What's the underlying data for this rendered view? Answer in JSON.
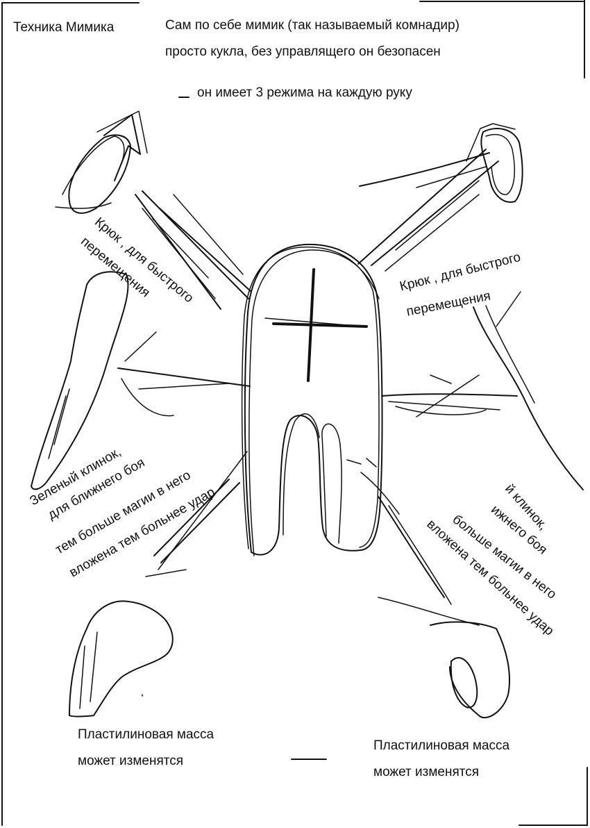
{
  "title": "Техника Мимика",
  "intro": {
    "line1": "Сам по себе мимик (так называемый комнадир)",
    "line2": "просто кукла, без управлящего он безопасен",
    "line3": "он имеет 3 режима на каждую руку"
  },
  "labels": {
    "hook_left_line1": "Крюк , для быстрого",
    "hook_left_line2": "перемещения",
    "hook_right_line1": "Крюк , для быстрого",
    "hook_right_line2": "перемещения",
    "blade_left_line1": "Зеленый клинок,",
    "blade_left_line2": "для ближнего боя",
    "blade_left_line3": "тем больше магии в него",
    "blade_left_line4": "вложена тем больнее удар",
    "blade_right_line1": "й клинок,",
    "blade_right_line2": "ижнего боя",
    "blade_right_line3": "больше магии в него",
    "blade_right_line4": "вложена тем больнее удар",
    "mass_left_line1": "Пластилиновая масса",
    "mass_left_line2": "может изменятся",
    "mass_right_line1": "Пластилиновая масса",
    "mass_right_line2": "может изменятся"
  }
}
